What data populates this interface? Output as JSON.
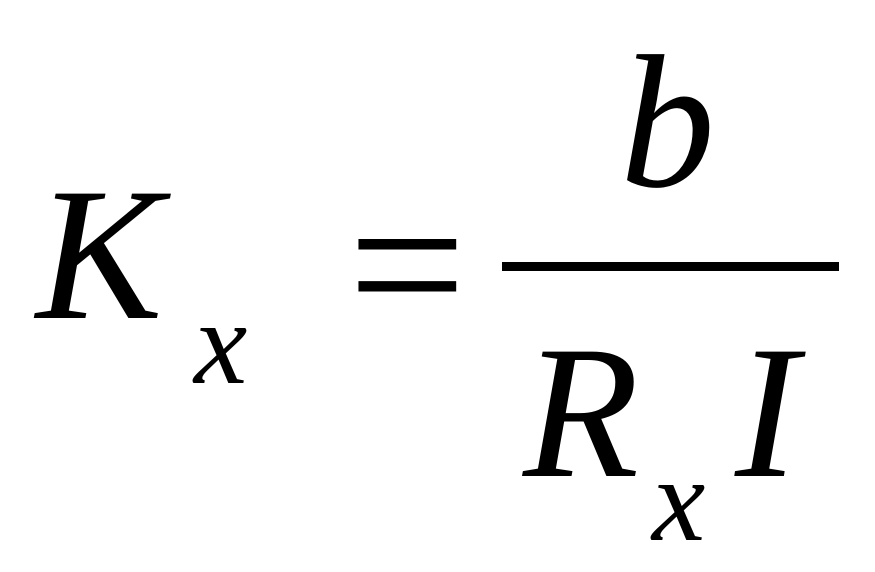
{
  "formula": {
    "lhs": {
      "symbol": "K",
      "subscript": "x"
    },
    "operator": "=",
    "numerator": "b",
    "denominator": {
      "symbol": "R",
      "subscript": "x",
      "factor": "I"
    }
  }
}
